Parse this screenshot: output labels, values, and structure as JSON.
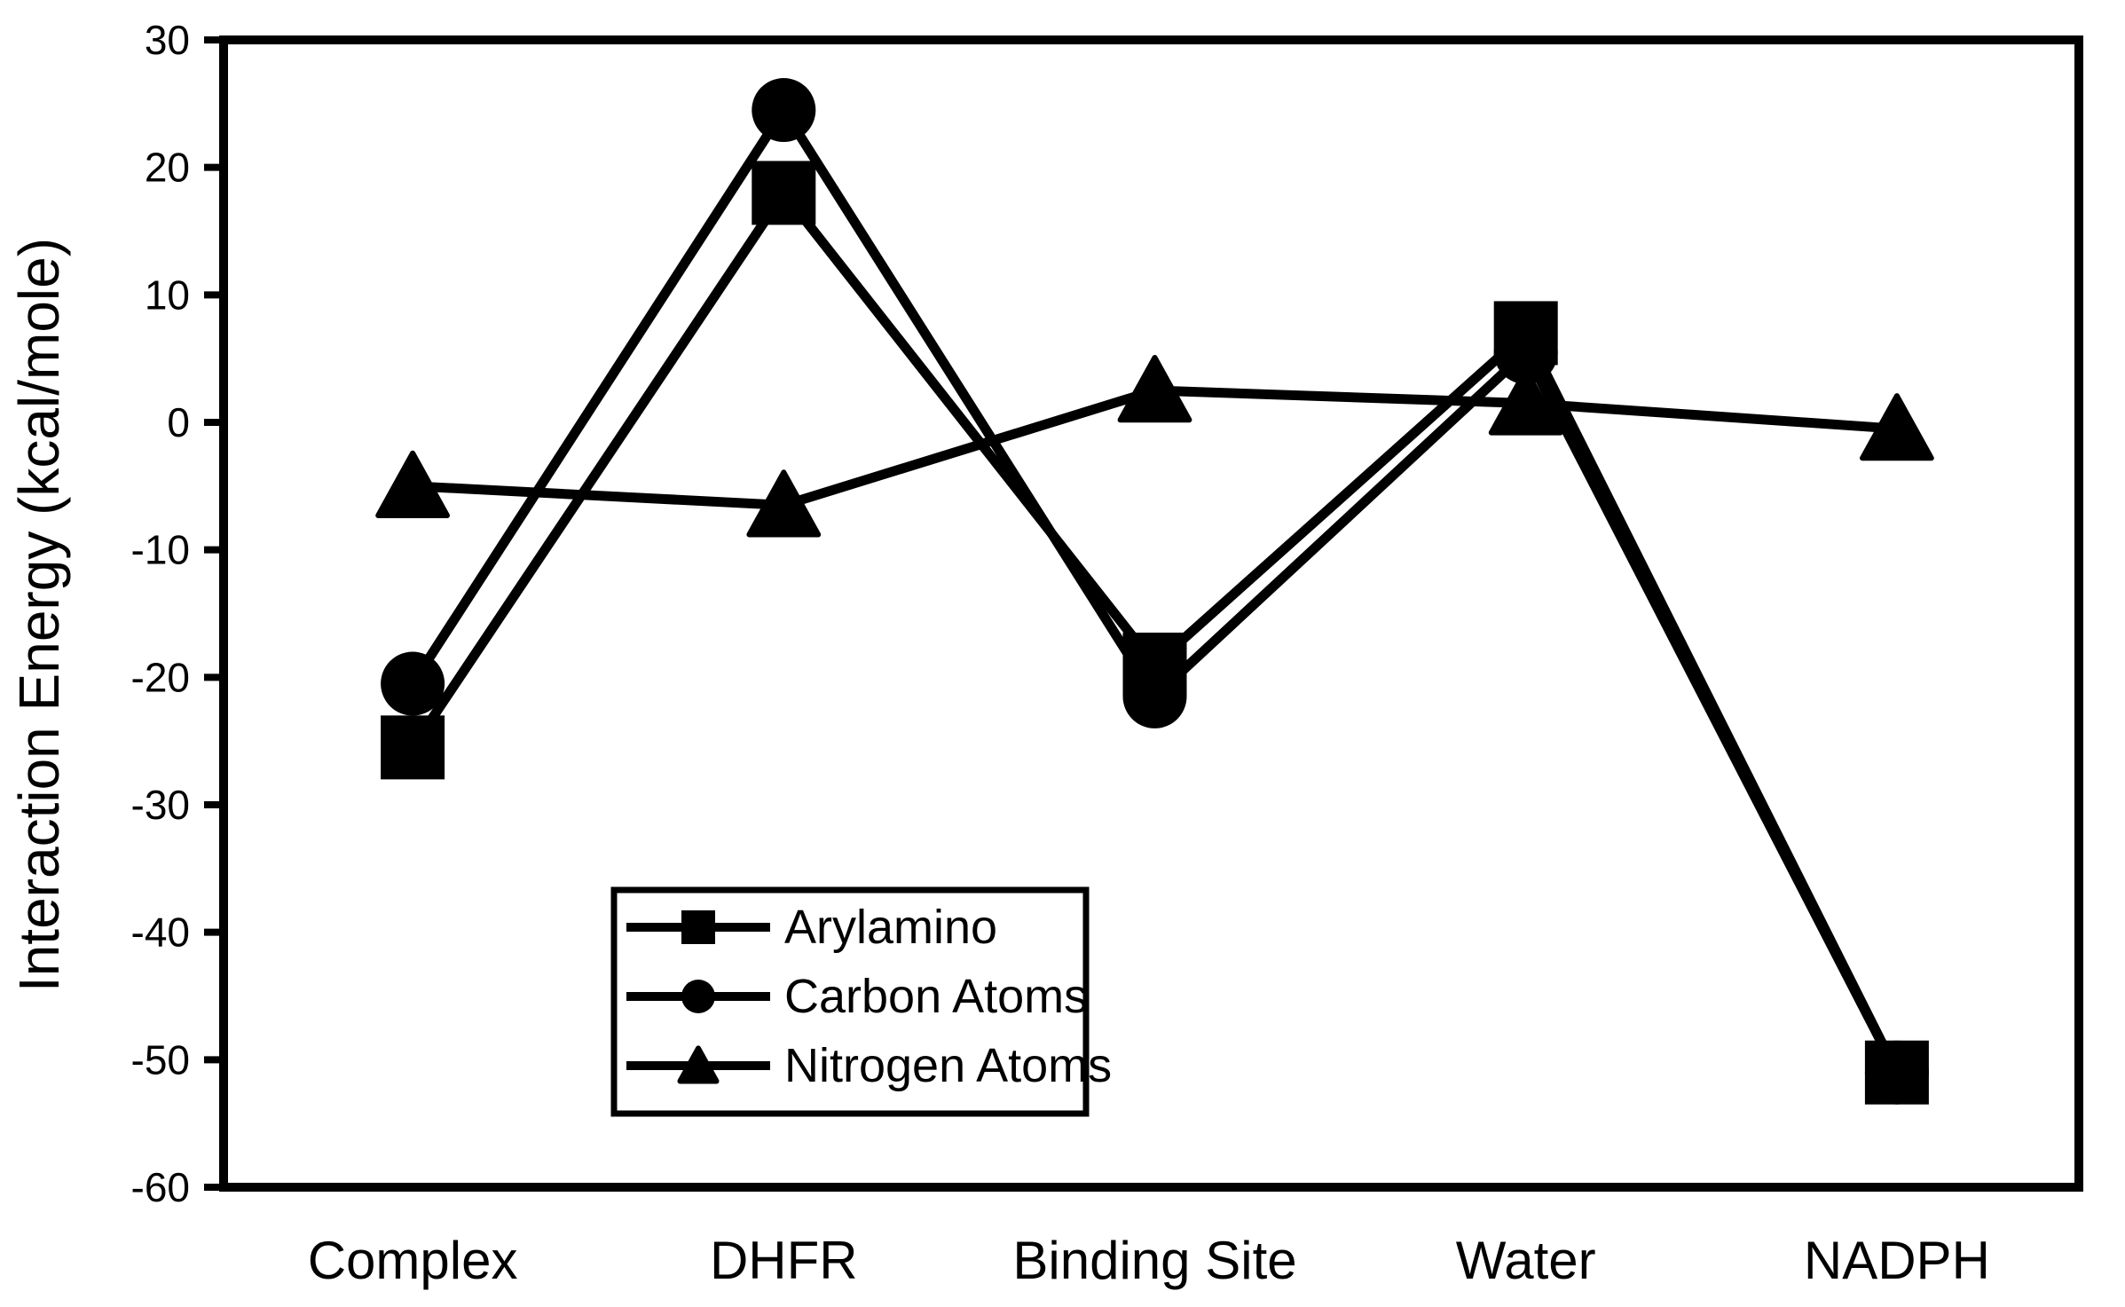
{
  "chart_data": {
    "type": "line",
    "title": "",
    "xlabel": "",
    "ylabel": "Interaction Energy (kcal/mole)",
    "categories": [
      "Complex",
      "DHFR",
      "Binding Site",
      "Water",
      "NADPH"
    ],
    "ylim": [
      -60,
      30
    ],
    "ytick_step": 10,
    "ytick_labels": [
      "-60",
      "-50",
      "-40",
      "-30",
      "-20",
      "-10",
      "0",
      "10",
      "20",
      "30"
    ],
    "grid": false,
    "legend_position": "inside-lower-left",
    "legend_entries": [
      "Arylamino",
      "Carbon Atoms",
      "Nitrogen Atoms"
    ],
    "series": [
      {
        "name": "Arylamino",
        "marker": "square",
        "values": [
          -25.5,
          18,
          -19,
          7,
          -51
        ]
      },
      {
        "name": "Carbon Atoms",
        "marker": "circle",
        "values": [
          -20.5,
          24.5,
          -21.5,
          5.5,
          -51
        ]
      },
      {
        "name": "Nitrogen Atoms",
        "marker": "triangle",
        "values": [
          -5,
          -6.5,
          2.5,
          1.5,
          -0.5
        ]
      }
    ],
    "colors": {
      "line": "#000000",
      "marker": "#000000",
      "axis": "#000000",
      "background": "#ffffff"
    }
  }
}
